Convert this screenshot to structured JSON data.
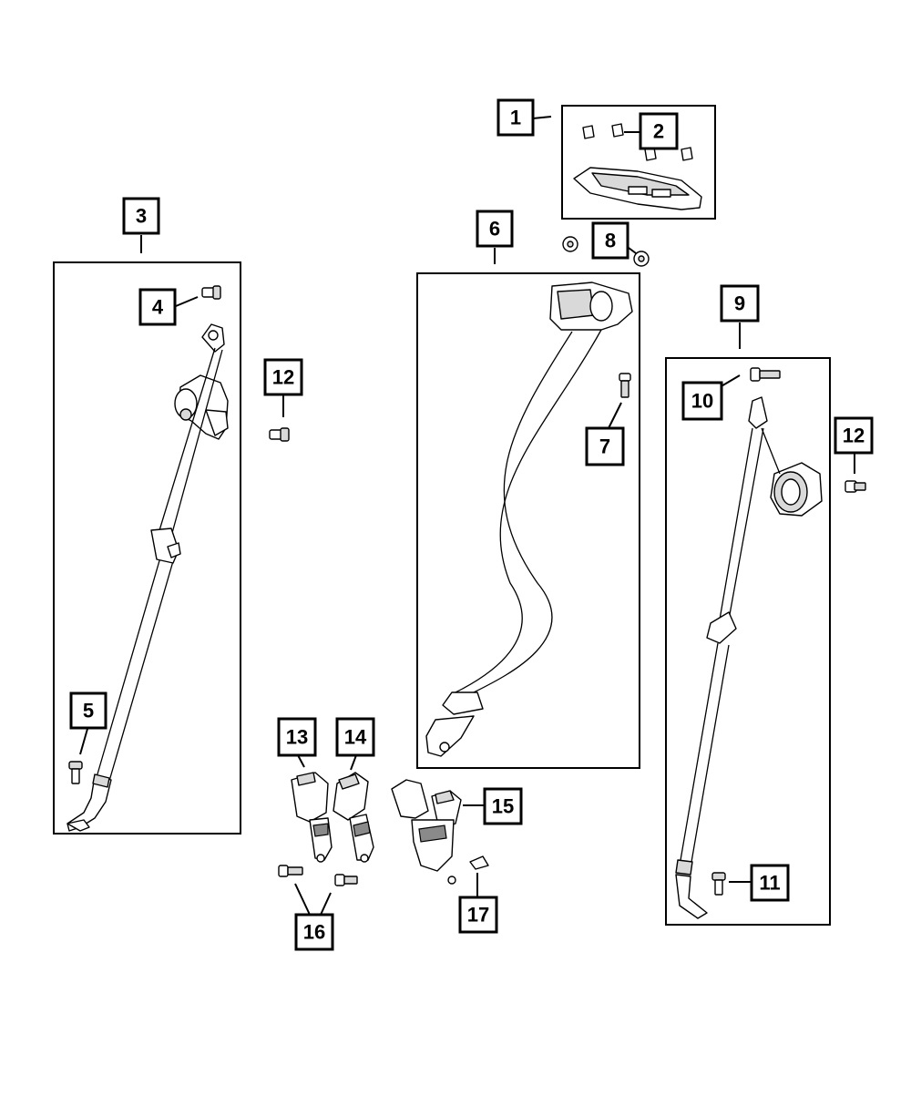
{
  "diagram": {
    "callouts": {
      "c1": "1",
      "c2": "2",
      "c3": "3",
      "c4": "4",
      "c5": "5",
      "c6": "6",
      "c7": "7",
      "c8": "8",
      "c9": "9",
      "c10": "10",
      "c11": "11",
      "c12a": "12",
      "c12b": "12",
      "c13": "13",
      "c14": "14",
      "c15": "15",
      "c16": "16",
      "c17": "17"
    },
    "colors": {
      "line": "#000000",
      "background": "#ffffff",
      "shading": "#d9d9d9"
    }
  }
}
